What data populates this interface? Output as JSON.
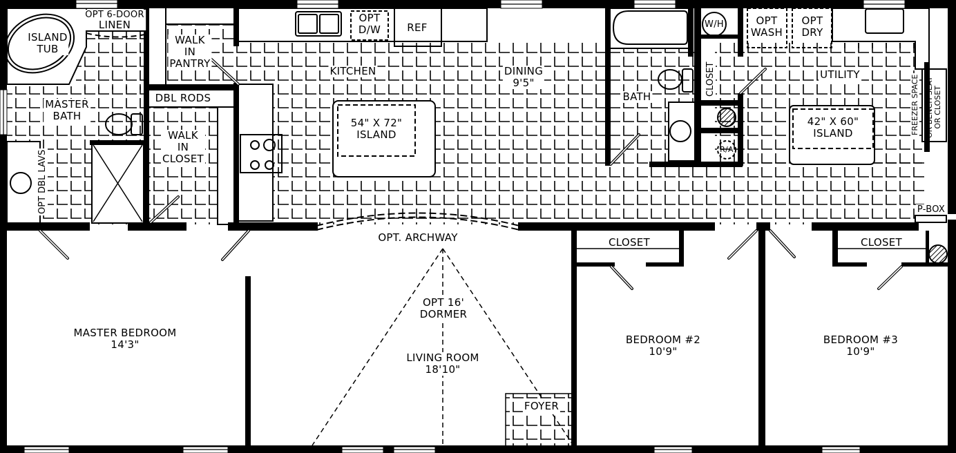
{
  "plan": {
    "type": "floor-plan",
    "colors": {
      "wall": "#000000",
      "background": "#ffffff",
      "tile": "#000000"
    }
  },
  "rooms": {
    "island_tub": {
      "line1": "ISLAND",
      "line2": "TUB"
    },
    "linen": {
      "line1": "OPT 6-DOOR",
      "line2": "LINEN"
    },
    "walk_in_pantry": {
      "line1": "WALK",
      "line2": "IN",
      "line3": "PANTRY"
    },
    "master_bath": {
      "line1": "MASTER",
      "line2": "BATH"
    },
    "dbl_rods": {
      "label": "DBL RODS"
    },
    "walk_in_closet": {
      "line1": "WALK",
      "line2": "IN",
      "line3": "CLOSET"
    },
    "opt_dbl_lavs": {
      "label": "OPT DBL LAVS"
    },
    "kitchen": {
      "label": "KITCHEN"
    },
    "opt_dw": {
      "line1": "OPT",
      "line2": "D/W"
    },
    "ref": {
      "label": "REF"
    },
    "kitchen_island": {
      "line1": "54\" X 72\"",
      "line2": "ISLAND"
    },
    "dining": {
      "line1": "DINING",
      "line2": "9'5\""
    },
    "bath": {
      "label": "BATH"
    },
    "water_heater": {
      "label": "W/H"
    },
    "hall_closet": {
      "label": "CLOSET"
    },
    "return_air": {
      "label": "R/A"
    },
    "opt_wash": {
      "line1": "OPT",
      "line2": "WASH"
    },
    "opt_dry": {
      "line1": "OPT",
      "line2": "DRY"
    },
    "utility": {
      "label": "UTILITY"
    },
    "utility_island": {
      "line1": "42\" X 60\"",
      "line2": "ISLAND"
    },
    "freezer_space": {
      "label": "FREEZER SPACE"
    },
    "bench_seat": {
      "line1": "OR BENCH SEAT",
      "line2": "OR CLOSET"
    },
    "p_box": {
      "label": "P-BOX"
    },
    "archway": {
      "label": "OPT. ARCHWAY"
    },
    "dormer": {
      "line1": "OPT 16'",
      "line2": "DORMER"
    },
    "living_room": {
      "line1": "LIVING ROOM",
      "line2": "18'10\""
    },
    "foyer": {
      "label": "FOYER"
    },
    "master_bedroom": {
      "line1": "MASTER BEDROOM",
      "line2": "14'3\""
    },
    "bedroom2": {
      "line1": "BEDROOM #2",
      "line2": "10'9\"",
      "closet": "CLOSET"
    },
    "bedroom3": {
      "line1": "BEDROOM #3",
      "line2": "10'9\"",
      "closet": "CLOSET"
    }
  }
}
